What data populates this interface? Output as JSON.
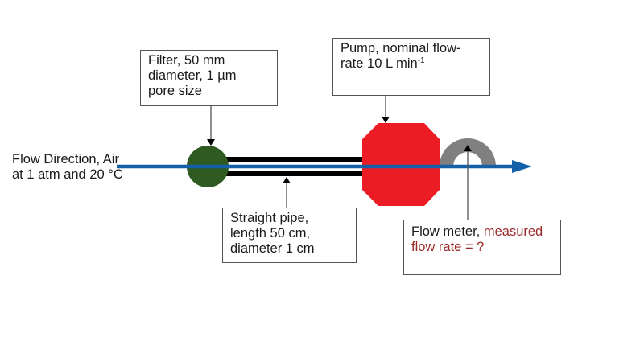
{
  "colors": {
    "filter": "#2f5a22",
    "pipe": "#000000",
    "pump": "#ec1c24",
    "meter": "#808080",
    "flow_arrow": "#1460a8",
    "leader": "#555555",
    "accent_text": "#9b2a2a"
  },
  "flow_label": {
    "line1": "Flow Direction, Air",
    "line2": "at 1 atm and 20 °C"
  },
  "filter_box": {
    "line1": "Filter, 50 mm",
    "line2": "diameter, 1 µm",
    "line3": "pore size"
  },
  "pump_box": {
    "line1": "Pump, nominal flow-",
    "line2": "rate 10 L min",
    "line2_sup": "-1"
  },
  "pipe_box": {
    "line1": "Straight pipe,",
    "line2": "length 50 cm,",
    "line3": "diameter 1 cm"
  },
  "meter_box": {
    "text_plain": "Flow meter, ",
    "text_red_1": "measured",
    "text_red_2": "flow rate = ?"
  }
}
